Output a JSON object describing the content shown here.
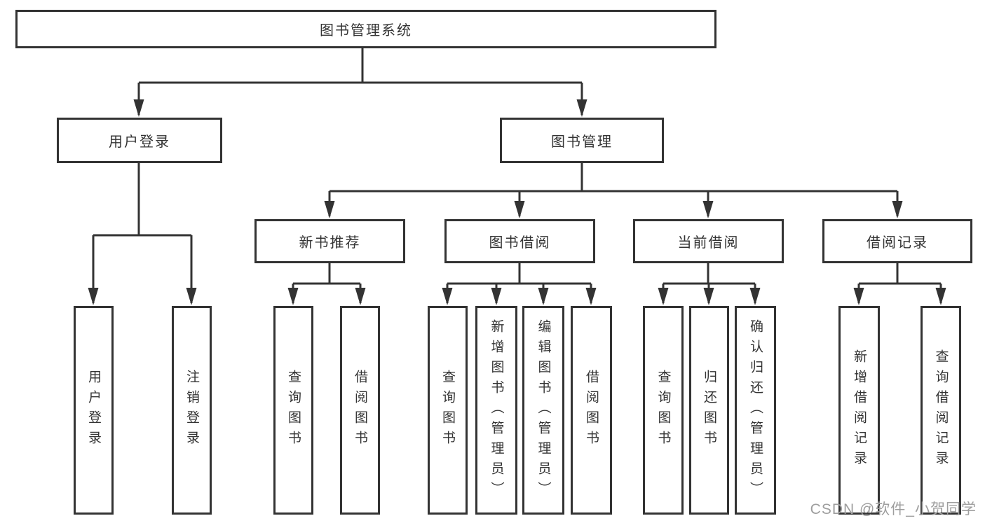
{
  "diagram_title": "图书管理系统",
  "nodes": {
    "root": "图书管理系统",
    "level2": [
      "用户登录",
      "图书管理"
    ],
    "level3": [
      "新书推荐",
      "图书借阅",
      "当前借阅",
      "借阅记录"
    ],
    "leaves": [
      "用户登录",
      "注销登录",
      "查询图书",
      "借阅图书",
      "查询图书",
      "新增图书（管理员）",
      "编辑图书（管理员）",
      "借阅图书",
      "查询图书",
      "归还图书",
      "确认归还（管理员）",
      "新增借阅记录",
      "查询借阅记录"
    ]
  },
  "hierarchy": {
    "图书管理系统": {
      "用户登录": [
        "用户登录",
        "注销登录"
      ],
      "图书管理": {
        "新书推荐": [
          "查询图书",
          "借阅图书"
        ],
        "图书借阅": [
          "查询图书",
          "新增图书（管理员）",
          "编辑图书（管理员）",
          "借阅图书"
        ],
        "当前借阅": [
          "查询图书",
          "归还图书",
          "确认归还（管理员）"
        ],
        "借阅记录": [
          "新增借阅记录",
          "查询借阅记录"
        ]
      }
    }
  },
  "watermark": "CSDN @软件_小贺同学",
  "colors": {
    "line": "#333333",
    "box_border": "#333333",
    "box_fill": "#ffffff",
    "text": "#333333",
    "watermark": "#9e9e9e",
    "background": "#ffffff"
  }
}
